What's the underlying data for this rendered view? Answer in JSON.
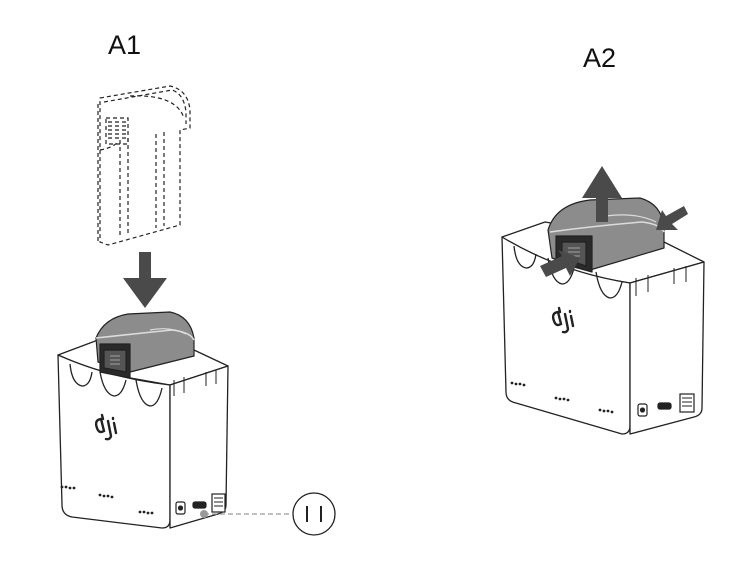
{
  "figure": {
    "steps": [
      {
        "id": "A1",
        "label": "A1",
        "action": "insert"
      },
      {
        "id": "A2",
        "label": "A2",
        "action": "remove"
      }
    ],
    "brand_logo": "dji",
    "icons": [
      "arrow-down-icon",
      "arrow-up-icon",
      "press-arrow-icon",
      "power-plug-icon"
    ],
    "colors": {
      "outline": "#222222",
      "arrow": "#4a4a4a",
      "battery_fill": "#8c8c8c",
      "battery_dark": "#2a2a2a",
      "leader_line": "#9a9a9a"
    }
  }
}
